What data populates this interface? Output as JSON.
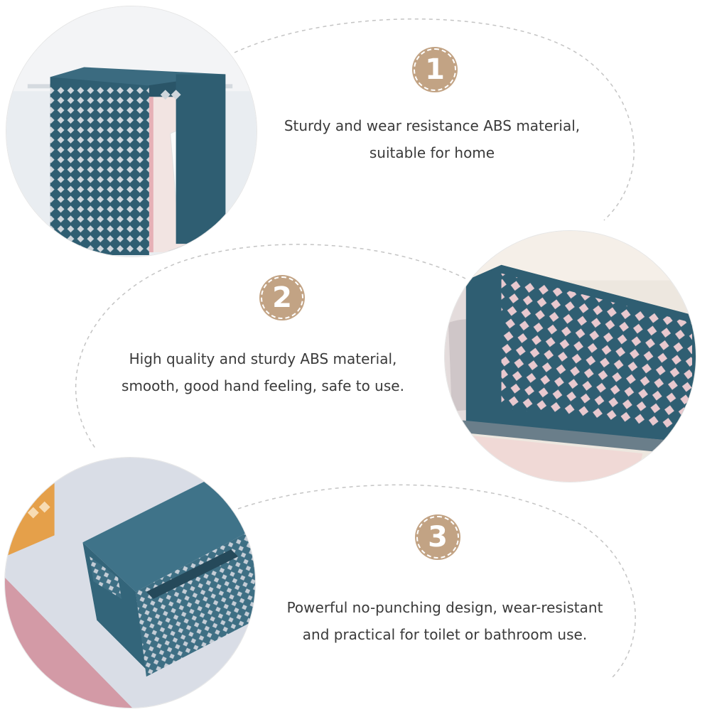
{
  "features": [
    {
      "number": "1",
      "lines": [
        "Sturdy and wear resistance ABS material,",
        "suitable for home"
      ]
    },
    {
      "number": "2",
      "lines": [
        "High quality and sturdy ABS material,",
        "smooth, good hand feeling, safe to use."
      ]
    },
    {
      "number": "3",
      "lines": [
        "Powerful no-punching design, wear-resistant",
        "and practical for toilet or bathroom use."
      ]
    }
  ],
  "colors": {
    "badge": "#c2a384",
    "holder_blue": "#2f5e72",
    "dashed_line": "#bdbdbd",
    "text": "#3a3a3a"
  },
  "icons": [
    "diamond-mesh-pattern"
  ]
}
